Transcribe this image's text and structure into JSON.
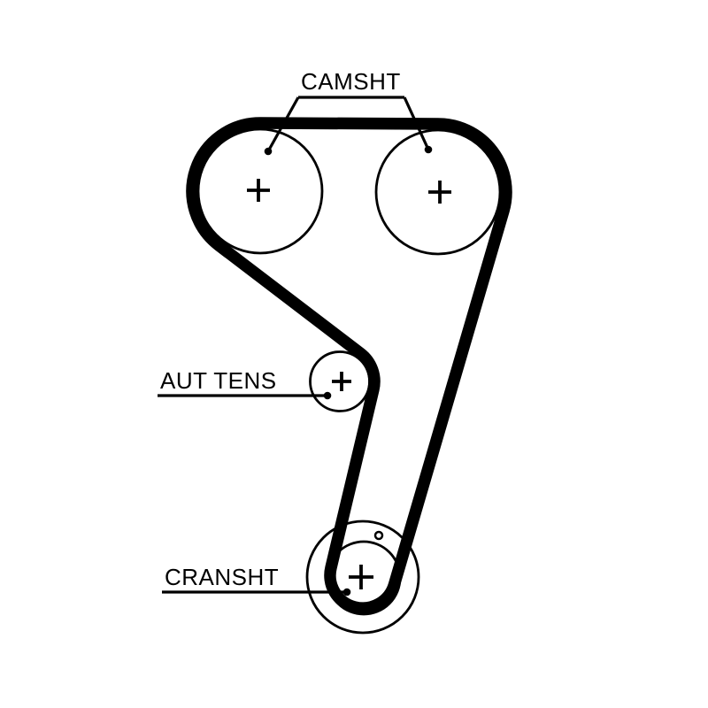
{
  "diagram": {
    "labels": {
      "camshaft": "CAMSHT",
      "auto_tensioner": "AUT TENS",
      "crankshaft": "CRANSHT"
    },
    "colors": {
      "line": "#000000",
      "background": "#ffffff"
    }
  }
}
